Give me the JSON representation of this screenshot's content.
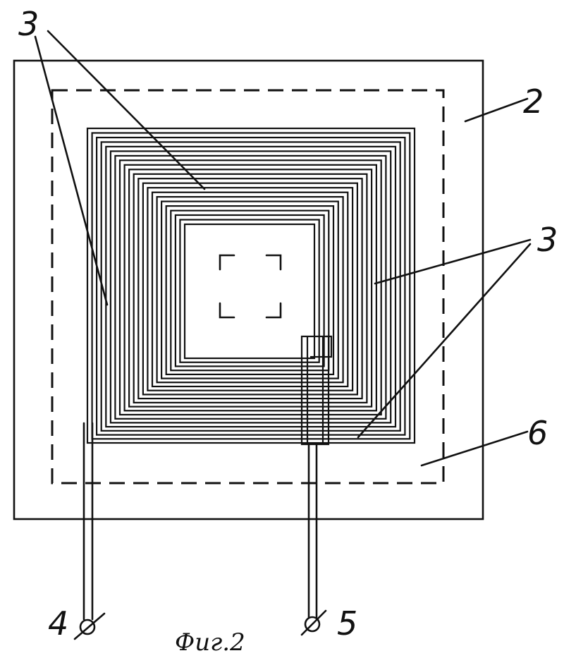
{
  "labels": {
    "coil_top_left": "3",
    "substrate": "2",
    "coil_right": "3",
    "region": "6",
    "terminal_left": "4",
    "terminal_right": "5"
  },
  "caption": "Фиг.2"
}
